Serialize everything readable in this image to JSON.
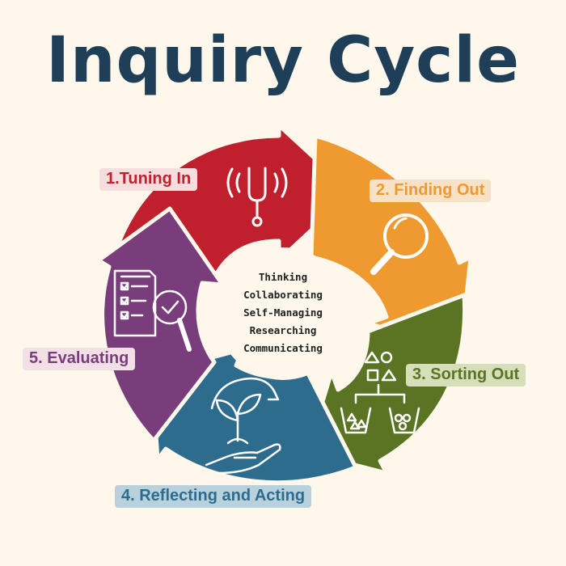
{
  "title": "Inquiry Cycle",
  "stages": [
    {
      "label": "1.Tuning In",
      "color": "#c0202e",
      "tag_bg": "#f6dede",
      "icon": "tuning-fork-icon"
    },
    {
      "label": "2. Finding Out",
      "color": "#ee9a2e",
      "tag_bg": "#f7e1c7",
      "icon": "magnifying-glass-icon"
    },
    {
      "label": "3. Sorting Out",
      "color": "#5a7424",
      "tag_bg": "#d6deba",
      "icon": "sorting-shapes-icon"
    },
    {
      "label": "4. Reflecting and Acting",
      "color": "#2e6c8e",
      "tag_bg": "#b9d0dd",
      "icon": "plant-in-hand-icon"
    },
    {
      "label": "5. Evaluating",
      "color": "#7a3d7c",
      "tag_bg": "#f2e0e6",
      "icon": "checklist-magnifier-icon"
    }
  ],
  "center_skills": [
    "Thinking",
    "Collaborating",
    "Self-Managing",
    "Researching",
    "Communicating"
  ]
}
